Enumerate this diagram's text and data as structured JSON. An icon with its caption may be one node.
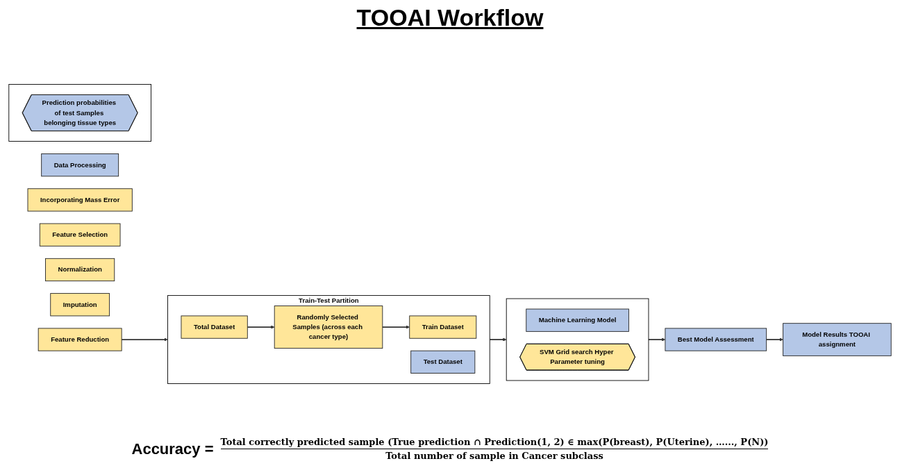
{
  "diagram": {
    "title": "TOOAI Workflow",
    "nodes": [
      {
        "text": [
          "Data Processing"
        ]
      },
      {
        "text": [
          "Incorporating Mass Error"
        ]
      },
      {
        "text": [
          "Feature Selection"
        ]
      },
      {
        "text": [
          "Normalization"
        ]
      },
      {
        "text": [
          "Imputation"
        ]
      },
      {
        "text": [
          "Feature Reduction"
        ]
      },
      {
        "text": [
          "Train-Test Partition"
        ]
      },
      {
        "text": [
          "Total Dataset"
        ],
        "in": 6
      },
      {
        "text": [
          "Randomly Selected Samples (across each cancer type)"
        ],
        "in": 6
      },
      {
        "text": [
          "Train Dataset"
        ],
        "in": 6
      },
      {
        "text": [
          "Test Dataset"
        ],
        "in": 6
      },
      {
        "text": [],
        "shape": "box"
      },
      {
        "text": [
          "Machine Learning Model"
        ],
        "in": 11
      },
      {
        "text": [
          "SVM Grid search Hyper Parameter tuning"
        ],
        "in": 11
      },
      {
        "text": [
          "Best Model Assessment"
        ]
      },
      {
        "text": [
          "Model Results TOOAI assignment"
        ]
      },
      {
        "text": [],
        "shape": "box"
      },
      {
        "text": [
          "Prediction probabilities of test Samples belonging tissue types"
        ],
        "in": 16
      }
    ],
    "edges": [
      {
        "from": 5,
        "to": 6,
        "arrow": "to"
      },
      {
        "from": 7,
        "to": 8,
        "arrow": "to"
      },
      {
        "from": 8,
        "to": 9,
        "arrow": "to"
      },
      {
        "from": 6,
        "to": 11,
        "arrow": "to"
      },
      {
        "from": 11,
        "to": 14,
        "arrow": "to"
      },
      {
        "from": 14,
        "to": 15,
        "arrow": "to"
      }
    ],
    "labels": [
      "Accuracy =",
      "Total correctly predicted sample (True prediction ∩ Prediction(1, 2) ∈ max(P(breast), P(Uterine), …..., P(N))",
      "Total number of sample in Cancer subclass"
    ]
  }
}
